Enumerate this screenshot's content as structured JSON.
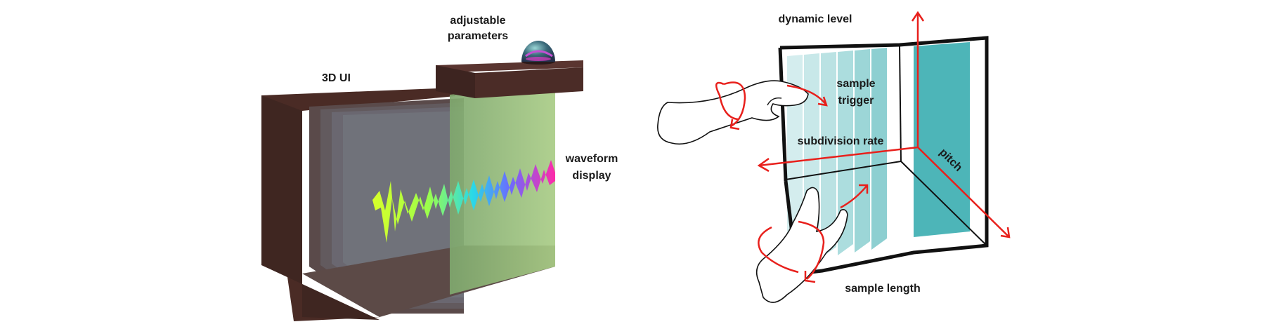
{
  "left_panel": {
    "labels": {
      "ui": "3D UI",
      "params_line1": "adjustable",
      "params_line2": "parameters",
      "wave_line1": "waveform",
      "wave_line2": "display"
    },
    "colors": {
      "box": "#4a2b25",
      "box_dark": "#3a2420",
      "platform": "#4b2c27",
      "panel_gray": "#6f747c",
      "panel_green": "#9cc27f",
      "sphere": "#3a5a6a"
    }
  },
  "right_panel": {
    "labels": {
      "dynamic_level": "dynamic level",
      "sample_line1": "sample",
      "sample_line2": "trigger",
      "subdivision": "subdivision rate",
      "pitch": "pitch",
      "sample_length": "sample length"
    },
    "colors": {
      "axis": "#e8201c",
      "slice": "#3aadb0",
      "frame": "#111111"
    }
  }
}
